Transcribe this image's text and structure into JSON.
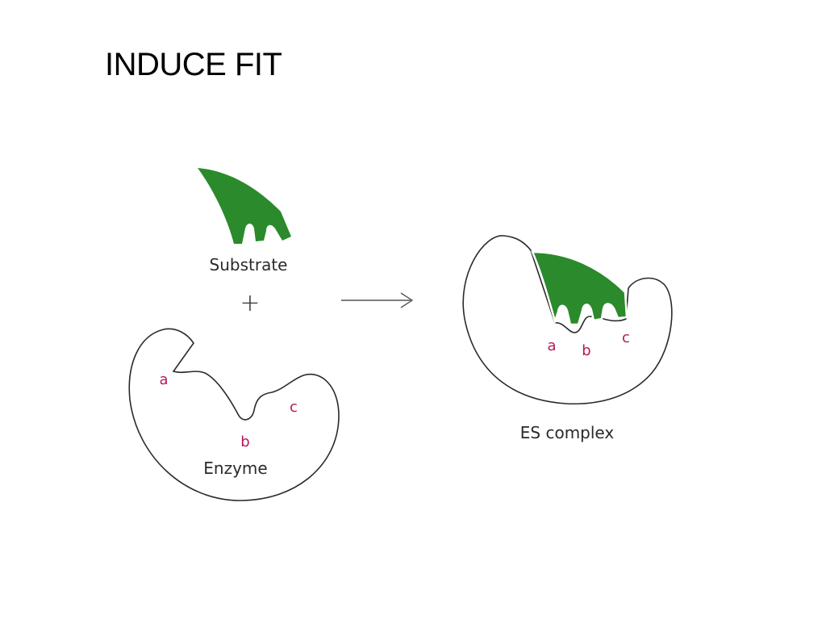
{
  "slide": {
    "title": "INDUCE FIT"
  },
  "diagram": {
    "substrate_label": "Substrate",
    "plus_sign": "+",
    "enzyme_label": "Enzyme",
    "complex_label": "ES complex",
    "enzyme_sites": {
      "a": "a",
      "b": "b",
      "c": "c"
    },
    "complex_sites": {
      "a": "a",
      "b": "b",
      "c": "c"
    }
  },
  "colors": {
    "substrate": "#2b8a2b",
    "site_label": "#b5185a",
    "outline": "#2a2a2a",
    "background": "#ffffff"
  }
}
